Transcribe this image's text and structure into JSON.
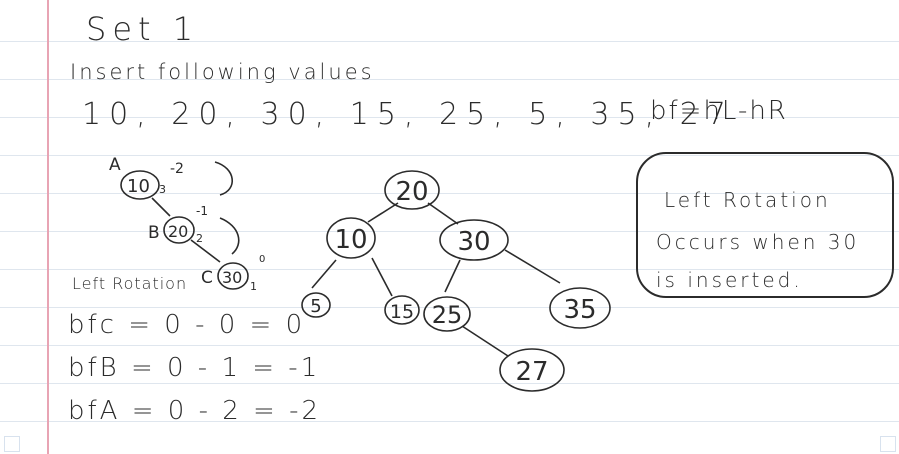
{
  "title": "Set 1",
  "instruction": "Insert following values",
  "values_line": "10, 20, 30, 15, 25, 5, 35, 27",
  "balance_formula": "bf=hL-hR",
  "small_tree": {
    "label_a": "A",
    "label_b": "B",
    "label_c": "C",
    "node_a": "10",
    "node_b": "20",
    "node_c": "30",
    "height_a": "3",
    "height_b": "2",
    "height_c": "1",
    "bf_a": "-2",
    "bf_b": "-1",
    "bf_c": "0"
  },
  "rotation_label": "Left Rotation",
  "equations": [
    "bfc = 0 - 0 = 0",
    "bfB = 0 - 1 = -1",
    "bfA = 0 - 2 = -2"
  ],
  "big_tree": {
    "root": "20",
    "left": "10",
    "right": "30",
    "left_left": "5",
    "left_right": "15",
    "right_left": "25",
    "right_right": "35",
    "right_left_right": "27"
  },
  "note": {
    "line1": "Left Rotation",
    "line2": "Occurs when 30",
    "line3": "is inserted."
  }
}
